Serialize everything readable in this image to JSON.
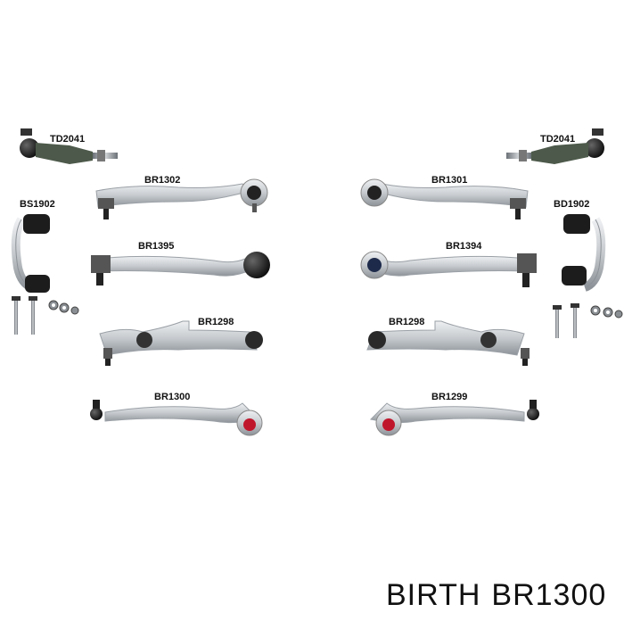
{
  "parts": {
    "td2041_left": "TD2041",
    "td2041_right": "TD2041",
    "br1302": "BR1302",
    "br1301": "BR1301",
    "bs1902": "BS1902",
    "bd1902": "BD1902",
    "br1395": "BR1395",
    "br1394": "BR1394",
    "br1298_left": "BR1298",
    "br1298_right": "BR1298",
    "br1300": "BR1300",
    "br1299": "BR1299"
  },
  "footer": {
    "brand": "BIRTH",
    "part_number": "BR1300"
  },
  "colors": {
    "metal": "#c9cdd2",
    "metal_dark": "#7d838a",
    "rubber": "#1a1a1a",
    "bushing_red": "#c0162c"
  }
}
